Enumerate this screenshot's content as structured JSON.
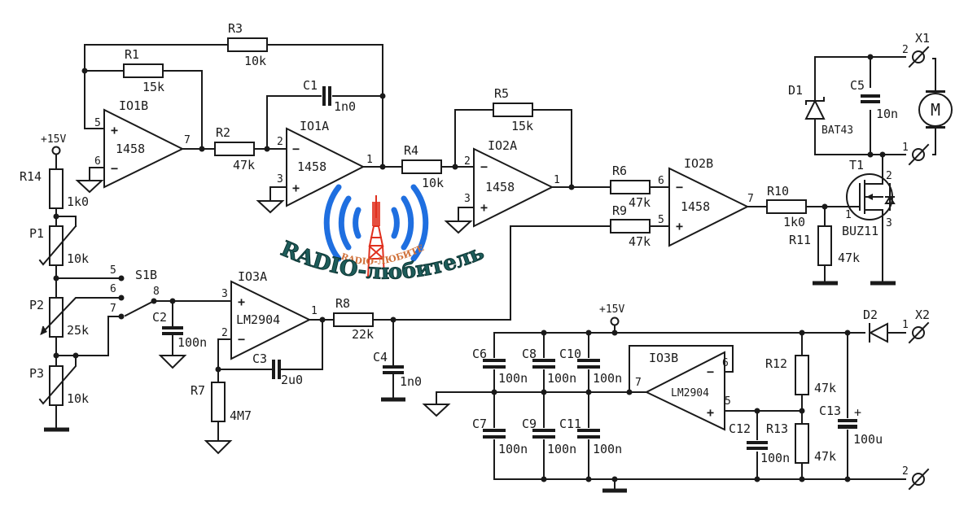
{
  "schematic": {
    "supply_label": "+15V",
    "supply_label_2": "+15V",
    "opamps": [
      {
        "ref": "IO1B",
        "part": "1458",
        "pin_plus": "5",
        "pin_minus": "6",
        "pin_out": "7"
      },
      {
        "ref": "IO1A",
        "part": "1458",
        "pin_plus": "3",
        "pin_minus": "2",
        "pin_out": "1"
      },
      {
        "ref": "IO2A",
        "part": "1458",
        "pin_plus": "3",
        "pin_minus": "2",
        "pin_out": "1"
      },
      {
        "ref": "IO2B",
        "part": "1458",
        "pin_plus": "5",
        "pin_minus": "6",
        "pin_out": "7"
      },
      {
        "ref": "IO3A",
        "part": "LM2904",
        "pin_plus": "3",
        "pin_minus": "2",
        "pin_out": "1"
      },
      {
        "ref": "IO3B",
        "part": "LM2904",
        "pin_plus": "5",
        "pin_minus": "6",
        "pin_out": "7"
      }
    ],
    "resistors": [
      {
        "ref": "R1",
        "value": "15k"
      },
      {
        "ref": "R2",
        "value": "47k"
      },
      {
        "ref": "R3",
        "value": "10k"
      },
      {
        "ref": "R4",
        "value": "10k"
      },
      {
        "ref": "R5",
        "value": "15k"
      },
      {
        "ref": "R6",
        "value": "47k"
      },
      {
        "ref": "R7",
        "value": "4M7"
      },
      {
        "ref": "R8",
        "value": "22k"
      },
      {
        "ref": "R9",
        "value": "47k"
      },
      {
        "ref": "R10",
        "value": "1k0"
      },
      {
        "ref": "R11",
        "value": "47k"
      },
      {
        "ref": "R12",
        "value": "47k"
      },
      {
        "ref": "R13",
        "value": "47k"
      },
      {
        "ref": "R14",
        "value": "1k0"
      }
    ],
    "pots": [
      {
        "ref": "P1",
        "value": "10k"
      },
      {
        "ref": "P2",
        "value": "25k"
      },
      {
        "ref": "P3",
        "value": "10k"
      }
    ],
    "capacitors": [
      {
        "ref": "C1",
        "value": "1n0"
      },
      {
        "ref": "C2",
        "value": "100n"
      },
      {
        "ref": "C3",
        "value": "2u0"
      },
      {
        "ref": "C4",
        "value": "1n0"
      },
      {
        "ref": "C5",
        "value": "10n"
      },
      {
        "ref": "C6",
        "value": "100n"
      },
      {
        "ref": "C7",
        "value": "100n"
      },
      {
        "ref": "C8",
        "value": "100n"
      },
      {
        "ref": "C9",
        "value": "100n"
      },
      {
        "ref": "C10",
        "value": "100n"
      },
      {
        "ref": "C11",
        "value": "100n"
      },
      {
        "ref": "C12",
        "value": "100n"
      },
      {
        "ref": "C13",
        "value": "100u",
        "polarity": "+"
      }
    ],
    "switch": {
      "ref": "S1B",
      "pins": [
        "5",
        "6",
        "7",
        "8"
      ]
    },
    "diodes": [
      {
        "ref": "D1",
        "part": "BAT43"
      },
      {
        "ref": "D2",
        "part": ""
      }
    ],
    "transistor": {
      "ref": "T1",
      "part": "BUZ11",
      "pin_gate": "1",
      "pin_drain": "2",
      "pin_source": "3"
    },
    "motor": {
      "symbol": "M"
    },
    "connectors": [
      {
        "ref": "X1",
        "pins": [
          "2",
          "1"
        ]
      },
      {
        "ref": "X2",
        "pins": [
          "1",
          "2"
        ]
      }
    ]
  },
  "watermark": {
    "main_text": "RADIO-любитель",
    "sub_text": "RADIO-ЛЮБИТЕЛЬ",
    "colors": {
      "waves": "#1f6fe0",
      "tower": "#e0301e",
      "text": "#1d5c5a"
    }
  }
}
